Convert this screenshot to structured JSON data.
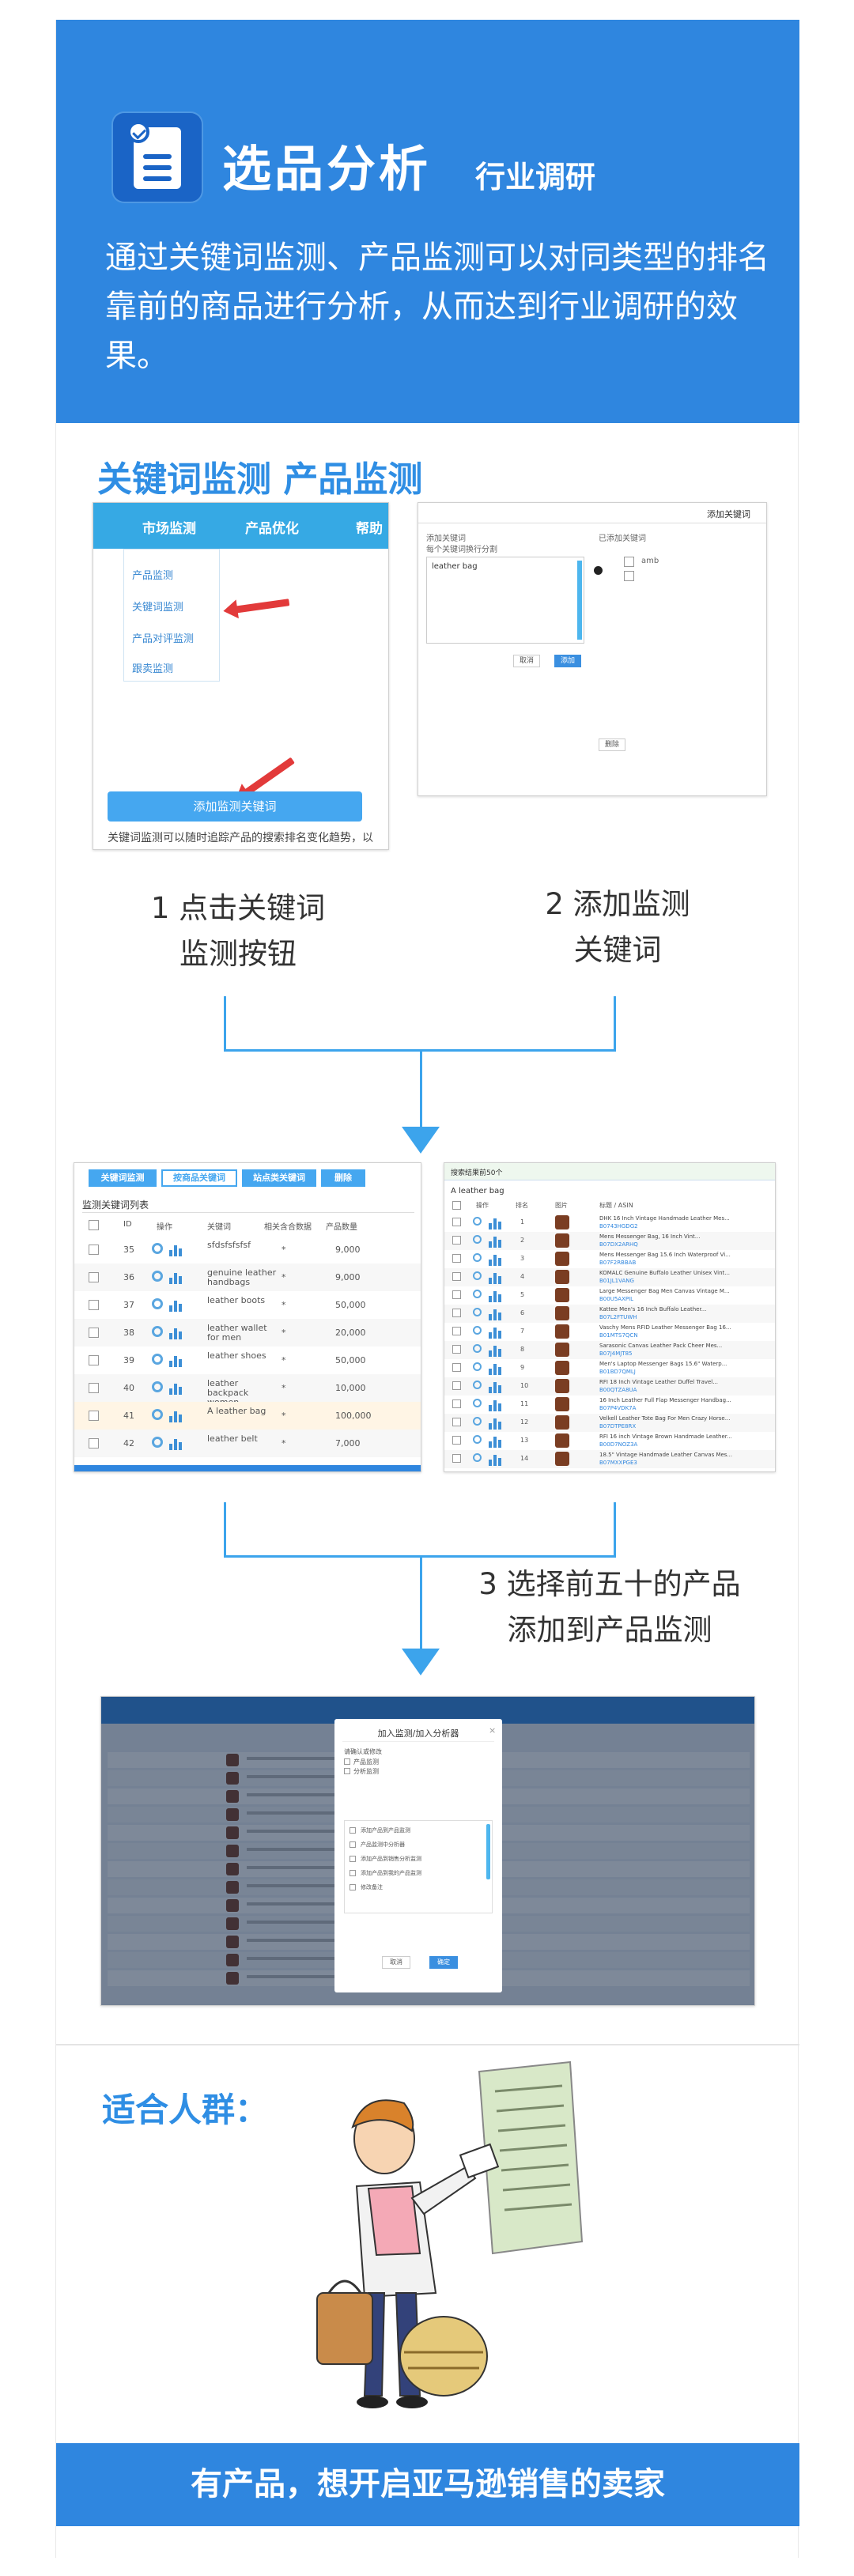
{
  "hero": {
    "title": "选品分析",
    "subtitle": "行业调研",
    "desc": "通过关键词监测、产品监测可以对同类型的排名靠前的商品进行分析，从而达到行业调研的效果。",
    "bg_color": "#2f86df",
    "icon": "document-checklist-icon"
  },
  "section_title": "关键词监测 产品监测",
  "shot1": {
    "tabs": [
      "市场监测",
      "产品优化",
      "帮助"
    ],
    "menu": [
      "产品监测",
      "关键词监测",
      "产品对评监测",
      "跟卖监测"
    ],
    "button": "添加监测关键词",
    "note": "关键词监测可以随时追踪产品的搜索排名变化趋势，以及关键词的搜索结果详情"
  },
  "shot2": {
    "header": "添加关键词",
    "left_label": "添加关键词",
    "left_hint": "每个关键词换行分割",
    "textarea_value": "leather bag",
    "right_label": "已添加关键词",
    "item_label": "amb",
    "btn_cancel": "取消",
    "btn_confirm": "添加",
    "btn_delete": "删除"
  },
  "step1": "1 点击关键词\n监测按钮",
  "step2": "2 添加监测\n关键词",
  "step3": "3 选择前五十的产品\n添加到产品监测",
  "shot3": {
    "tabs": [
      "关键词监测",
      "按商品关键词",
      "站点类关键词",
      "删除"
    ],
    "list_title": "监测关键词列表",
    "headers": [
      "ID",
      "操作",
      "关键词",
      "相关含合数据",
      "产品数量"
    ],
    "rows": [
      {
        "id": "35",
        "kw": "sfdsfsfsfsf",
        "v": "9,000"
      },
      {
        "id": "36",
        "kw": "genuine leather handbags",
        "v": "9,000"
      },
      {
        "id": "37",
        "kw": "leather boots",
        "v": "50,000"
      },
      {
        "id": "38",
        "kw": "leather wallet for men",
        "v": "20,000"
      },
      {
        "id": "39",
        "kw": "leather shoes",
        "v": "50,000"
      },
      {
        "id": "40",
        "kw": "leather backpack women",
        "v": "10,000"
      },
      {
        "id": "41",
        "kw": "A leather bag",
        "v": "100,000"
      },
      {
        "id": "42",
        "kw": "leather belt",
        "v": "7,000"
      }
    ]
  },
  "shot4": {
    "title": "搜索结果前50个",
    "subtitle": "A leather bag",
    "headers": [
      "操作",
      "排名",
      "图片",
      "标题 / ASIN"
    ],
    "rows": [
      {
        "rank": "1",
        "t": "DHK 16 Inch Vintage Handmade Leather Mes...",
        "a": "B0743HGDG2"
      },
      {
        "rank": "2",
        "t": "Mens Messenger Bag, 16 Inch Vint...",
        "a": "B07DX2ARHQ"
      },
      {
        "rank": "3",
        "t": "Mens Messenger Bag 15.6 Inch Waterproof Vi...",
        "a": "B07F2RBBAB"
      },
      {
        "rank": "4",
        "t": "KOMALC Genuine Buffalo Leather Unisex Vint...",
        "a": "B01JL1VANG"
      },
      {
        "rank": "5",
        "t": "Large Messenger Bag Men Canvas Vintage M...",
        "a": "B00U5AXPIL"
      },
      {
        "rank": "6",
        "t": "Kattee Men's 16 Inch Buffalo Leather...",
        "a": "B07L2FTUWH"
      },
      {
        "rank": "7",
        "t": "Vaschy Mens RFID Leather Messenger Bag 16...",
        "a": "B01MTS7QCN"
      },
      {
        "rank": "8",
        "t": "Sarasonic Canvas Leather Pack Cheer Mes...",
        "a": "B07J4MJT85"
      },
      {
        "rank": "9",
        "t": "Men's Laptop Messenger Bags 15.6\" Waterp...",
        "a": "B01BD7QMLJ"
      },
      {
        "rank": "10",
        "t": "RFI 18 Inch Vintage Leather Duffel Travel...",
        "a": "B00QTZA8UA"
      },
      {
        "rank": "11",
        "t": "16 Inch Leather Full Flap Messenger Handbag...",
        "a": "B07P4VDK7A"
      },
      {
        "rank": "12",
        "t": "Velkell Leather Tote Bag For Men Crazy Horse...",
        "a": "B07DTPE8RX"
      },
      {
        "rank": "13",
        "t": "RFI 16 inch Vintage Brown Handmade Leather...",
        "a": "B00D7NOZ3A"
      },
      {
        "rank": "14",
        "t": "18.5\" Vintage Handmade Leather Canvas Mes...",
        "a": "B07MXXPGE3"
      }
    ]
  },
  "shot5": {
    "dialog_title": "加入监测/加入分析器",
    "dialog_lines": [
      "请确认或修改",
      "产品监测",
      "分析监测"
    ],
    "options": [
      "添加产品到产品监测",
      "产品监测中分析器",
      "添加产品到销售分析监测",
      "添加产品到我的产品监测",
      "修改备注"
    ],
    "btn_cancel": "取消",
    "btn_ok": "确定"
  },
  "audience_title": "适合人群：",
  "footer": "有产品，想开启亚马逊销售的卖家",
  "accent": "#2f8ee4"
}
